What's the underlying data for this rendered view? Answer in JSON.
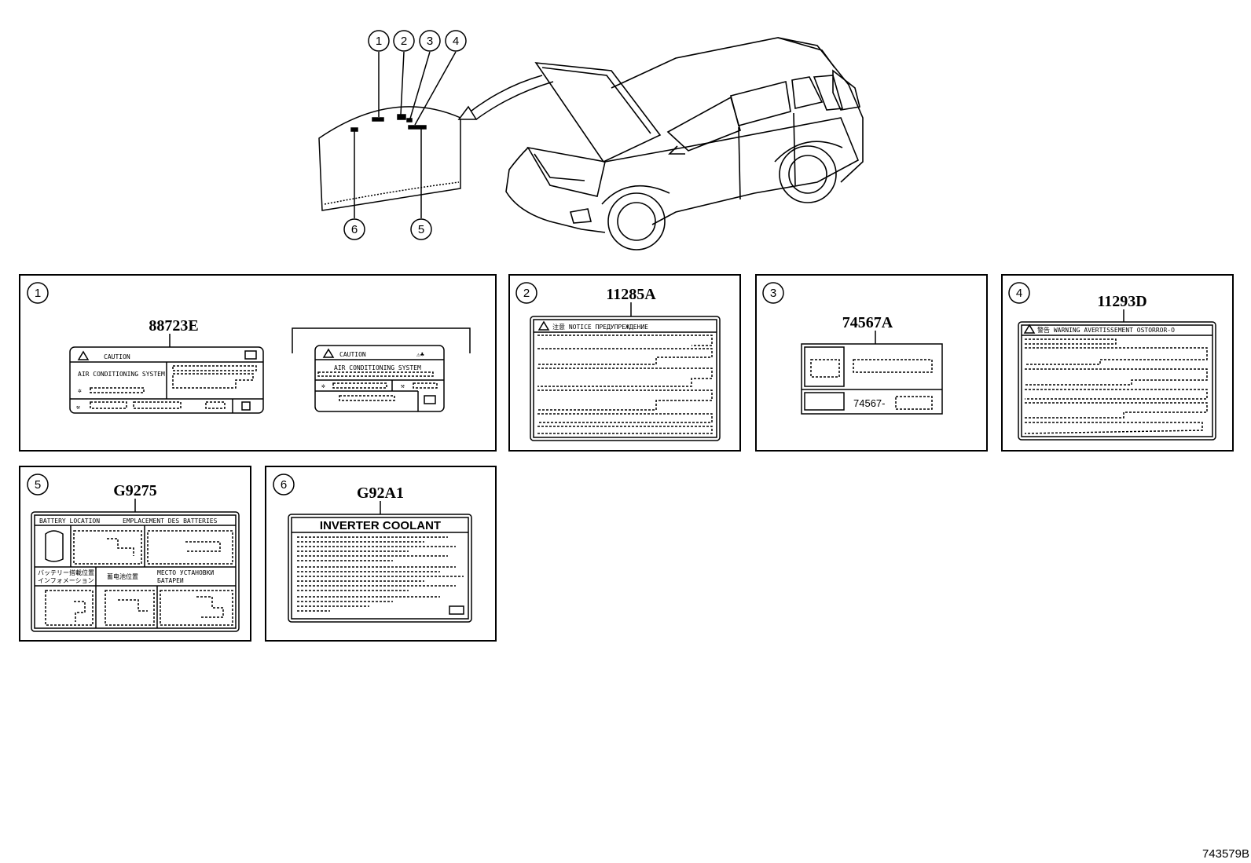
{
  "callouts": [
    "1",
    "2",
    "3",
    "4",
    "5",
    "6"
  ],
  "panels": {
    "p1": {
      "num": "1",
      "code": "88723E",
      "label_a": {
        "caution": "CAUTION",
        "system": "AIR CONDITIONING SYSTEM"
      },
      "label_b": {
        "caution": "CAUTION",
        "system": "AIR CONDITIONING SYSTEM"
      }
    },
    "p2": {
      "num": "2",
      "code": "11285A",
      "header": "注意 NOTICE ПРЕДУПРЕЖДЕНИЕ"
    },
    "p3": {
      "num": "3",
      "code": "74567A",
      "part": "74567-"
    },
    "p4": {
      "num": "4",
      "code": "11293D",
      "header": "警告 WARNING AVERTISSEMENT OSTORROR-O"
    },
    "p5": {
      "num": "5",
      "code": "G9275",
      "h1": "BATTERY LOCATION",
      "h2": "EMPLACEMENT DES BATTERIES",
      "jp1": "バッテリー搭載位置",
      "jp2": "インフォメーション",
      "cn": "蓄电池位置",
      "ru1": "МЕСТО УСТАНОВКИ",
      "ru2": "БАТАРЕИ"
    },
    "p6": {
      "num": "6",
      "code": "G92A1",
      "header": "INVERTER COOLANT"
    }
  },
  "ref_code": "743579B"
}
